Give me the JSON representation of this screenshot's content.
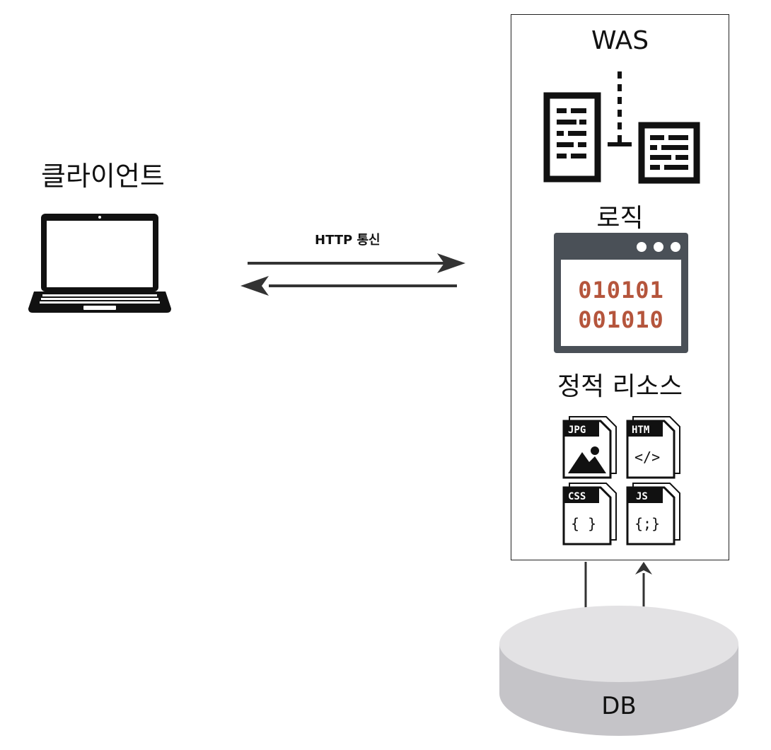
{
  "client": {
    "label": "클라이언트"
  },
  "connection": {
    "label": "HTTP 통신"
  },
  "was": {
    "title": "WAS",
    "logic_title": "로직",
    "code_lines": [
      "010101",
      "001010"
    ],
    "static_title": "정적 리소스",
    "files": [
      {
        "tag": "JPG",
        "body": ""
      },
      {
        "tag": "HTM",
        "body": "</>"
      },
      {
        "tag": "CSS",
        "body": "{ }"
      },
      {
        "tag": "JS",
        "body": "{;}"
      }
    ]
  },
  "db": {
    "label": "DB"
  },
  "colors": {
    "code_text": "#b5553c",
    "window_frame": "#4a5057",
    "db_top": "#e3e2e4",
    "db_side": "#c5c4c8"
  }
}
